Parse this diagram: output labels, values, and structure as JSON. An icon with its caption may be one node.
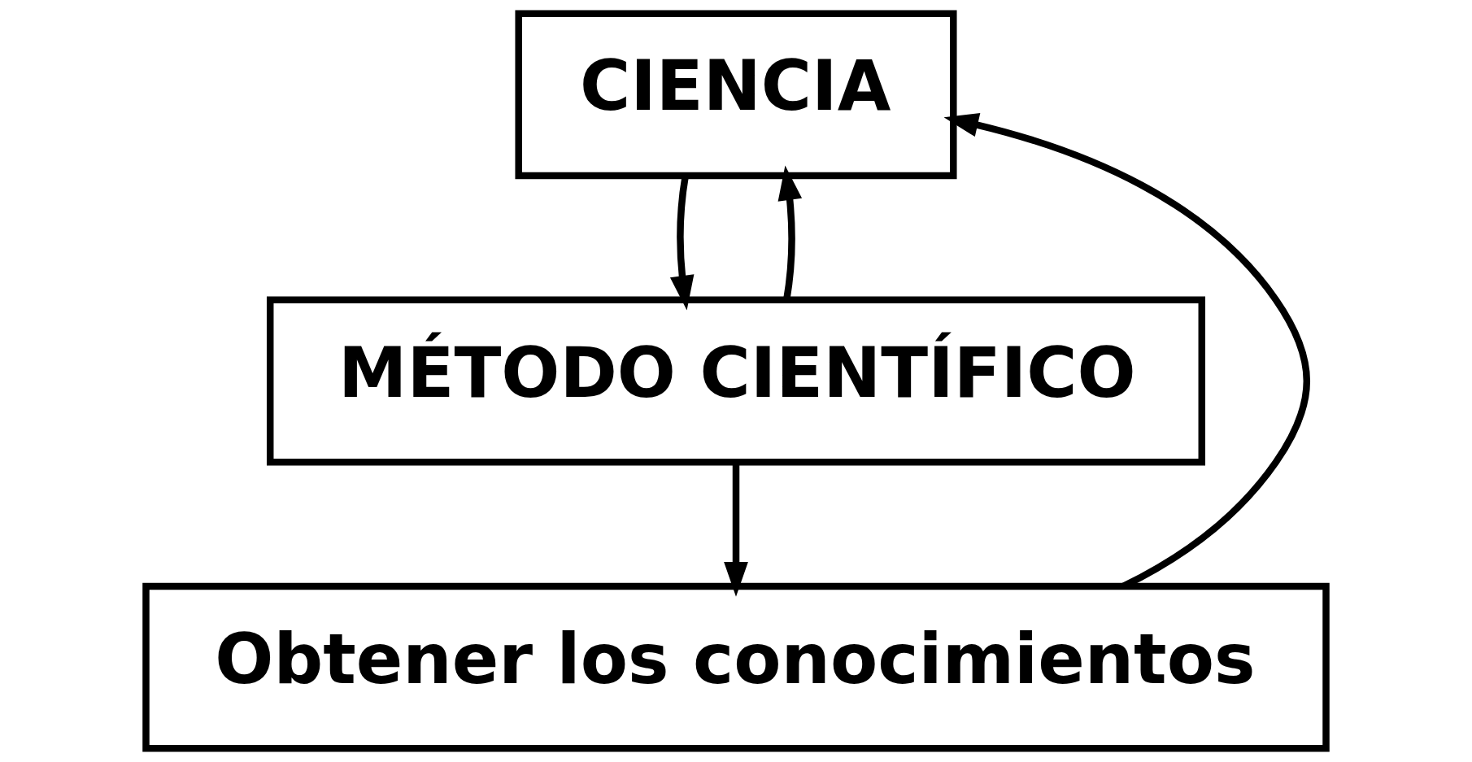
{
  "diagram": {
    "nodes": [
      {
        "text": [
          "CIENCIA"
        ]
      },
      {
        "text": [
          "MÉTODO CIENTÍFICO"
        ]
      },
      {
        "text": [
          "Obtener los conocimientos"
        ]
      }
    ],
    "edges": [
      {
        "from": 0,
        "to": 1,
        "arrow": "to"
      },
      {
        "from": 1,
        "to": 0,
        "arrow": "to"
      },
      {
        "from": 1,
        "to": 2,
        "arrow": "to"
      },
      {
        "from": 2,
        "to": 0,
        "arrow": "to"
      }
    ]
  }
}
